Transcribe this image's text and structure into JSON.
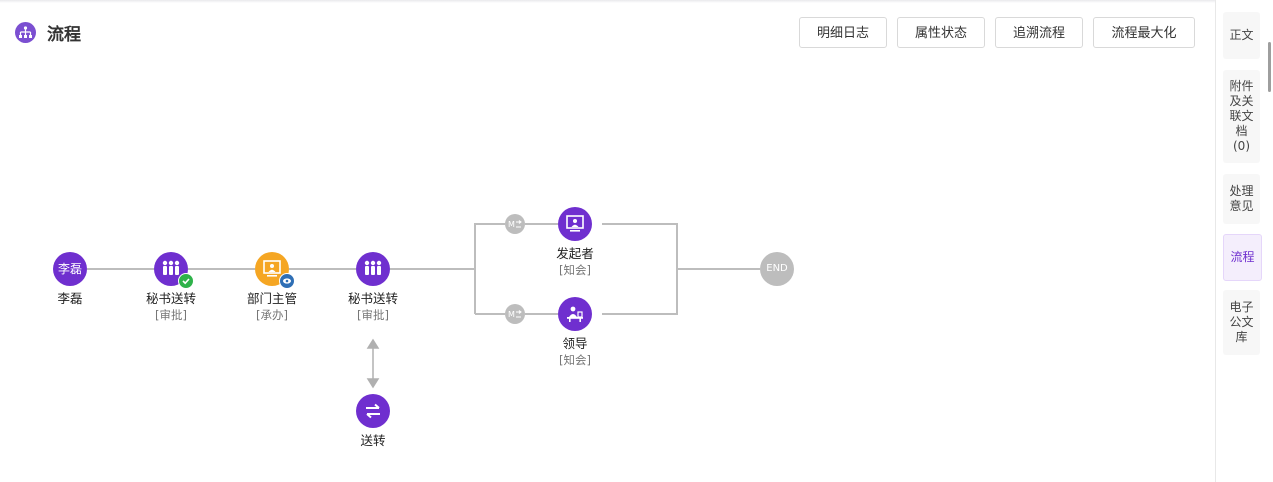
{
  "header": {
    "title": "流程",
    "buttons": [
      "明细日志",
      "属性状态",
      "追溯流程",
      "流程最大化"
    ]
  },
  "flow": {
    "nodes": [
      {
        "avatar_text": "李磊",
        "name": "李磊",
        "sub": ""
      },
      {
        "name": "秘书送转",
        "sub": "[审批]"
      },
      {
        "name": "部门主管",
        "sub": "[承办]"
      },
      {
        "name": "秘书送转",
        "sub": "[审批]"
      },
      {
        "name": "发起者",
        "sub": "[知会]"
      },
      {
        "name": "领导",
        "sub": "[知会]"
      },
      {
        "name": "送转",
        "sub": ""
      }
    ],
    "end_label": "END"
  },
  "sidebar": {
    "items": [
      {
        "lines": [
          "正文"
        ]
      },
      {
        "lines": [
          "附件",
          "及关",
          "联文",
          "档",
          "(0)"
        ]
      },
      {
        "lines": [
          "处理",
          "意见"
        ]
      },
      {
        "lines": [
          "流程"
        ]
      },
      {
        "lines": [
          "电子",
          "公文",
          "库"
        ]
      }
    ]
  },
  "colors": {
    "accent": "#6f2fcf",
    "orange": "#f5a623",
    "end_gray": "#bdbdbd",
    "check_green": "#2fb24a"
  },
  "icons": {
    "group": "people-group-icon",
    "monitor": "monitor-person-icon",
    "check": "check-icon",
    "eye": "eye-icon",
    "swap": "swap-arrows-icon",
    "mc": "mc-connector-icon"
  }
}
